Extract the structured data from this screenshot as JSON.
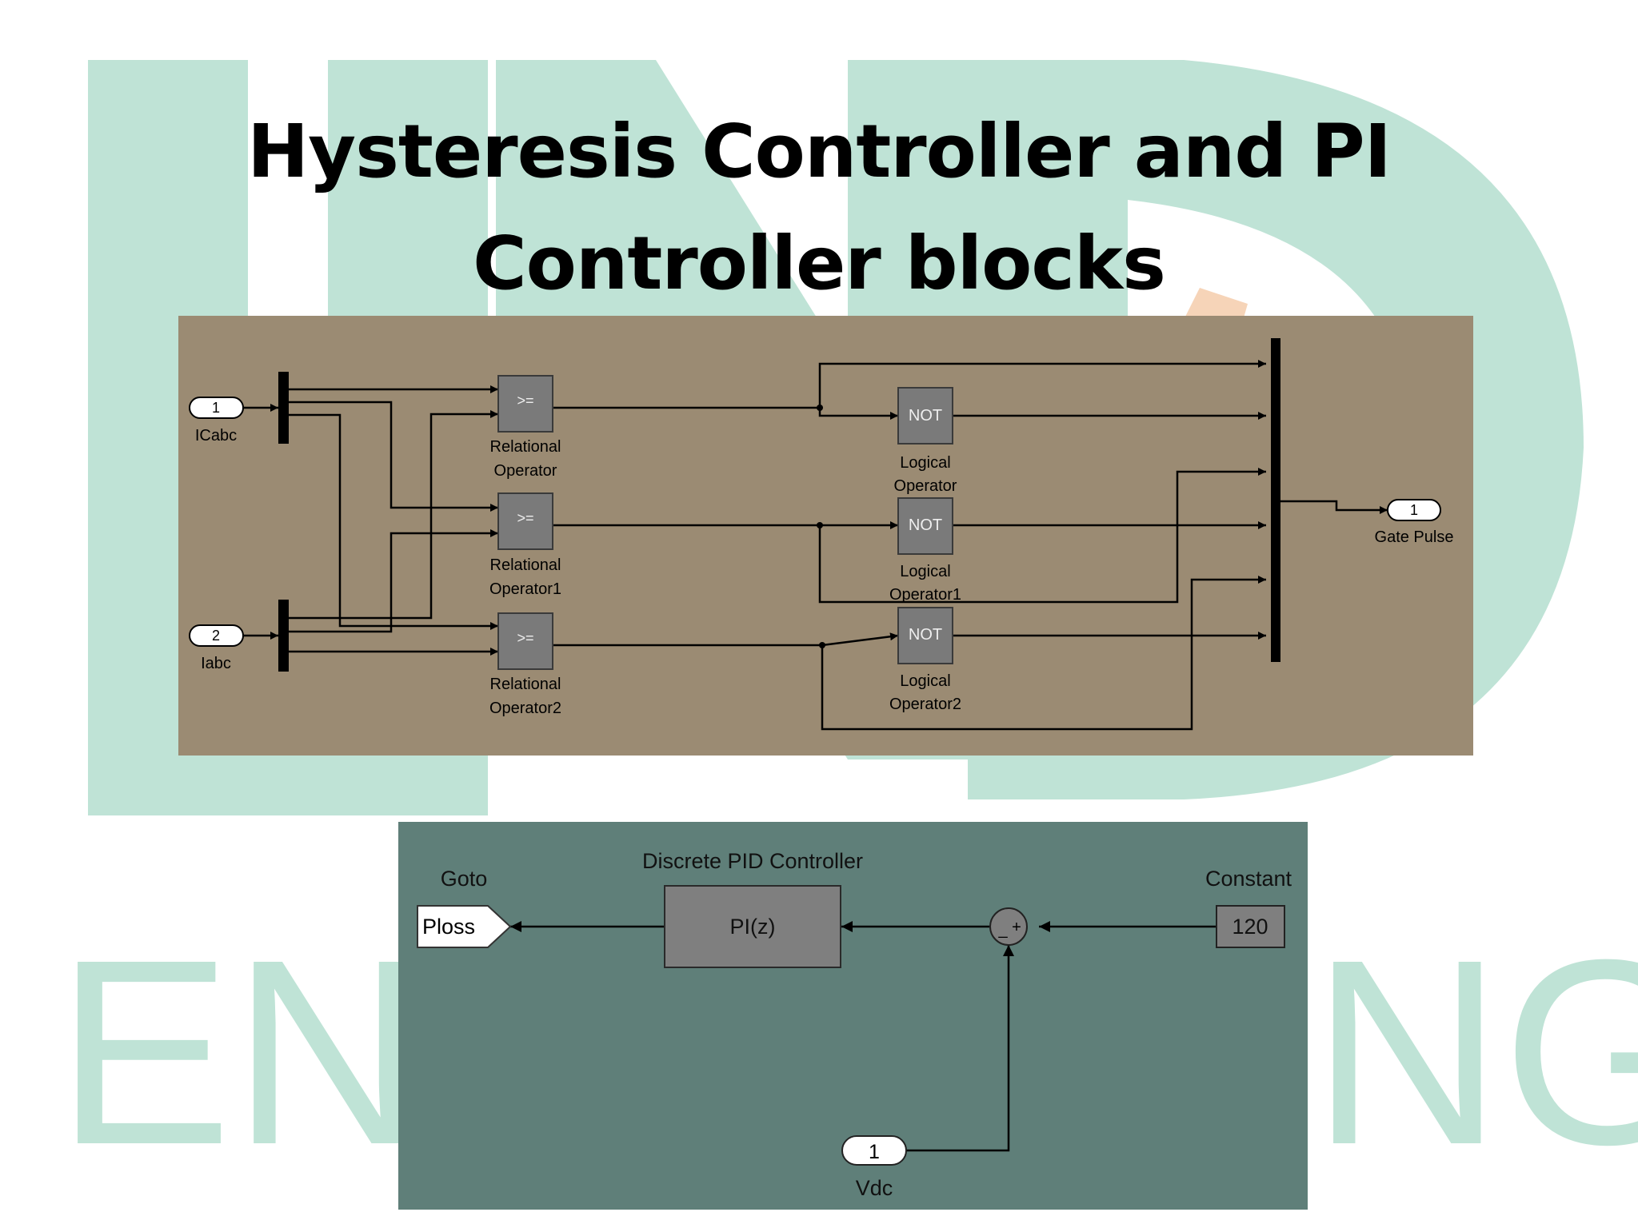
{
  "slide": {
    "title_line1": "Hysteresis Controller and PI",
    "title_line2": "Controller blocks",
    "watermark": {
      "letters": [
        "U",
        "N",
        "D"
      ],
      "word_left": "ENG",
      "word_right": "NG",
      "color": "#bfe3d6"
    }
  },
  "hysteresis_diagram": {
    "background": "#9b8b73",
    "inport_icabc": {
      "number": "1",
      "label": "ICabc"
    },
    "inport_iabc": {
      "number": "2",
      "label": "Iabc"
    },
    "relational_ops": [
      {
        "symbol": ">=",
        "label1": "Relational",
        "label2": "Operator"
      },
      {
        "symbol": ">=",
        "label1": "Relational",
        "label2": "Operator1"
      },
      {
        "symbol": ">=",
        "label1": "Relational",
        "label2": "Operator2"
      }
    ],
    "logical_ops": [
      {
        "symbol": "NOT",
        "label1": "Logical",
        "label2": "Operator"
      },
      {
        "symbol": "NOT",
        "label1": "Logical",
        "label2": "Operator1"
      },
      {
        "symbol": "NOT",
        "label1": "Logical",
        "label2": "Operator2"
      }
    ],
    "outport": {
      "number": "1",
      "label": "Gate Pulse"
    }
  },
  "pi_diagram": {
    "background": "#5f7f79",
    "goto": {
      "label": "Goto",
      "tag": "Ploss"
    },
    "pid": {
      "label": "Discrete PID Controller",
      "text": "PI(z)"
    },
    "sum": {
      "sign_minus": "_",
      "sign_plus": "+"
    },
    "constant": {
      "label": "Constant",
      "value": "120"
    },
    "inport_vdc": {
      "number": "1",
      "label": "Vdc"
    }
  }
}
